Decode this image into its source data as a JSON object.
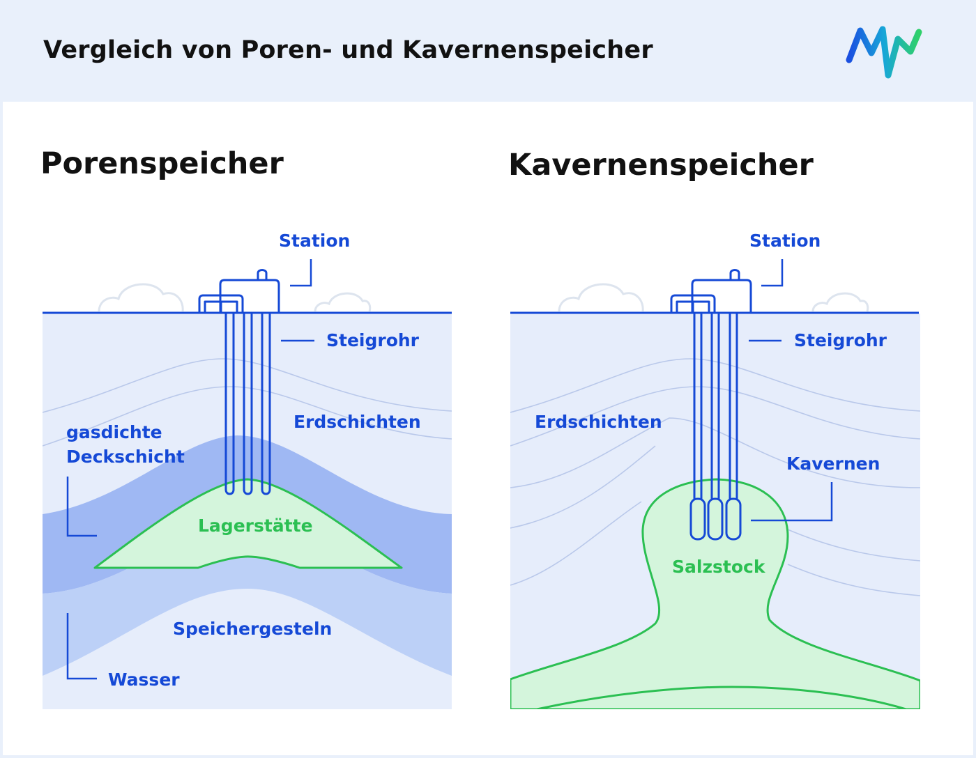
{
  "header": {
    "title": "Vergleich von Poren- und Kavernenspeicher",
    "logo_icon": "mw-logo-icon"
  },
  "colors": {
    "header_bg": "#e9f0fb",
    "blue": "#1549d6",
    "green": "#2bbf52",
    "earth_light": "#e6edfb",
    "seal_layer": "#9fb8f3",
    "reservoir_rock": "#bcd0f7",
    "deposit_fill": "#d4f5dc"
  },
  "left": {
    "title": "Porenspeicher",
    "labels": {
      "station": "Station",
      "riser": "Steigrohr",
      "layers": "Erdschichten",
      "seal_line1": "gasdichte",
      "seal_line2": "Deckschicht",
      "deposit": "Lagerstätte",
      "rock": "Speichergesteln",
      "water": "Wasser"
    }
  },
  "right": {
    "title": "Kavernenspeicher",
    "labels": {
      "station": "Station",
      "riser": "Steigrohr",
      "layers": "Erdschichten",
      "caverns": "Kavernen",
      "salt": "Salzstock"
    }
  }
}
